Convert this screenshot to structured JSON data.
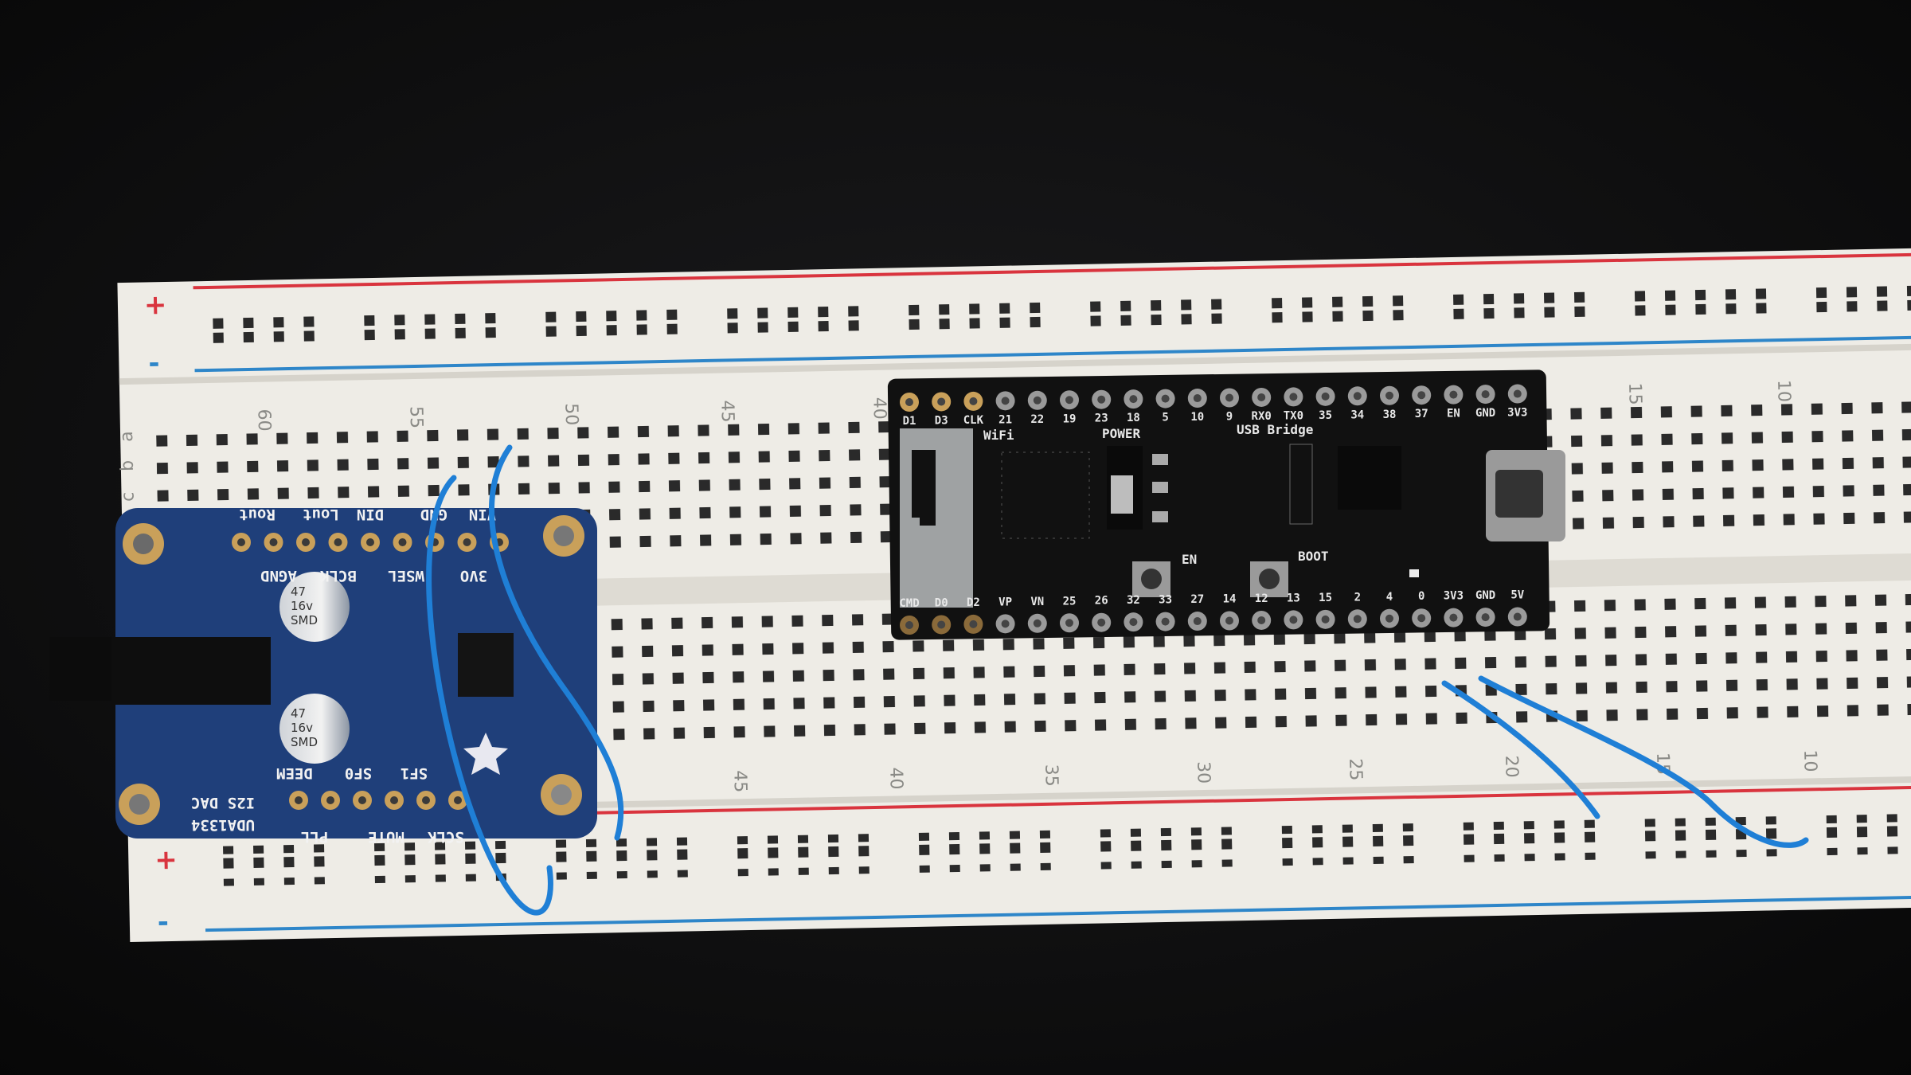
{
  "scene": {
    "colors": {
      "background": "#0d0d0e",
      "breadboard": "#eeece6",
      "rail_red": "#d9343e",
      "rail_blue": "#2e86c9",
      "esp_board": "#111111",
      "dac_board": "#1f3f7a",
      "wire": "#1f7fd6",
      "pad_gold": "#c9a05a"
    }
  },
  "breadboard": {
    "rail_plus": "+",
    "rail_minus": "-",
    "row_letters": [
      "a",
      "b",
      "c"
    ],
    "top_column_numbers": [
      "60",
      "55",
      "50",
      "45",
      "40",
      "15",
      "10"
    ],
    "bottom_column_numbers": [
      "45",
      "40",
      "35",
      "30",
      "25",
      "20",
      "15",
      "10"
    ]
  },
  "esp32_board": {
    "top_pins": [
      "D1",
      "D3",
      "CLK",
      "21",
      "22",
      "19",
      "23",
      "18",
      "5",
      "10",
      "9",
      "RX0",
      "TX0",
      "35",
      "34",
      "38",
      "37",
      "EN",
      "GND",
      "3V3"
    ],
    "bottom_pins": [
      "CMD",
      "D0",
      "D2",
      "VP",
      "VN",
      "25",
      "26",
      "32",
      "33",
      "27",
      "14",
      "12",
      "13",
      "15",
      "2",
      "4",
      "0",
      "3V3",
      "GND",
      "5V"
    ],
    "silk_wifi": "WiFi",
    "silk_power": "POWER",
    "silk_usb": "USB Bridge",
    "button_en": "EN",
    "button_boot": "BOOT"
  },
  "dac_board": {
    "top_labels_outer": [
      "Rout",
      "Lout",
      "DIN",
      "GND",
      "VIN"
    ],
    "top_labels_inner": [
      "AGND",
      "BCLK",
      "WSEL",
      "3VO"
    ],
    "bottom_labels_inner": [
      "DEEM",
      "SF0",
      "SF1"
    ],
    "bottom_labels_outer": [
      "PLL",
      "MUTE",
      "SCLK"
    ],
    "title_line1": "UDA1334",
    "title_line2": "I2S DAC",
    "capacitor_text": [
      "47",
      "16v",
      "SMD"
    ]
  }
}
